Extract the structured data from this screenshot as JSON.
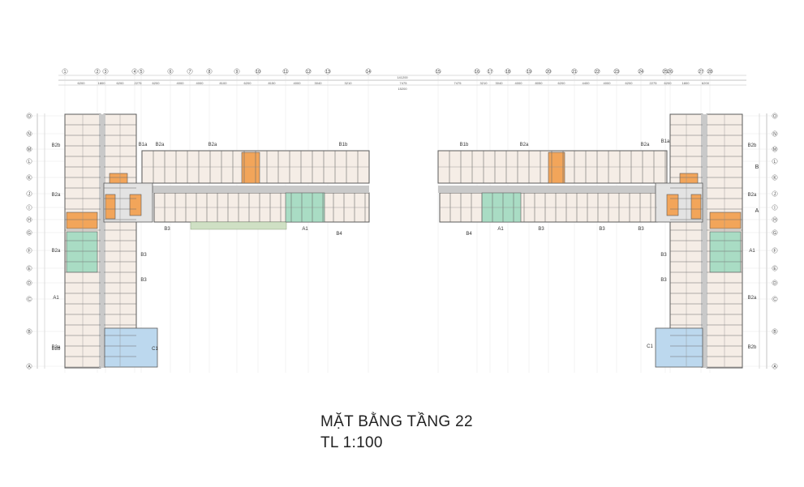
{
  "caption": {
    "title": "MẶT BẰNG TẦNG 22",
    "scale": "TL 1:100"
  },
  "overall_dimension": "141200",
  "center_dimension": "15200",
  "grid_columns_top": [
    "1",
    "2",
    "3",
    "4",
    "5",
    "6",
    "7",
    "8",
    "9",
    "10",
    "11",
    "12",
    "13",
    "14",
    "15",
    "16",
    "17",
    "18",
    "19",
    "20",
    "21",
    "22",
    "23",
    "24",
    "25",
    "26",
    "27",
    "28"
  ],
  "grid_rows_side": [
    "O",
    "N",
    "M",
    "L",
    "K",
    "J",
    "I",
    "H",
    "G",
    "F",
    "E",
    "D",
    "C",
    "B",
    "A"
  ],
  "dims_top_left": [
    "6200",
    "1800",
    "6200",
    "2275",
    "6200",
    "4000",
    "4000",
    "8100",
    "6200",
    "8150",
    "4000",
    "3040",
    "3210",
    "7475"
  ],
  "dims_top_right": [
    "7475",
    "3210",
    "3040",
    "4000",
    "8050",
    "6200",
    "4400",
    "4000",
    "6200",
    "2275",
    "6200",
    "1800",
    "6200"
  ],
  "unit_labels": {
    "left_wing": [
      "B2b",
      "B2a",
      "B2a",
      "A1",
      "B2a",
      "B2b"
    ],
    "left_inner": [
      "B1a",
      "B3",
      "B3",
      "C1"
    ],
    "left_top_row": [
      "B2a",
      "B2a",
      "B1b"
    ],
    "left_bottom_row": [
      "B3",
      "A1",
      "B4"
    ],
    "right_top_row": [
      "B1b",
      "B2a",
      "B2a",
      "B1a"
    ],
    "right_bottom_row": [
      "B4",
      "A1",
      "B3",
      "B3",
      "B3"
    ],
    "right_inner": [
      "B3",
      "B3",
      "C1"
    ],
    "right_wing": [
      "B2b",
      "B2a",
      "A1",
      "B2a",
      "B2b"
    ],
    "row_letters": [
      "B",
      "A"
    ]
  },
  "colors": {
    "corridor": "#c9c9c9",
    "apartment": "#f5ede6",
    "stair_core": "#f2a55a",
    "unit_a1": "#a9dcc4",
    "unit_c1": "#bcd8ee",
    "wall": "#5a5a5a",
    "terrace": "#cfe0c4"
  }
}
